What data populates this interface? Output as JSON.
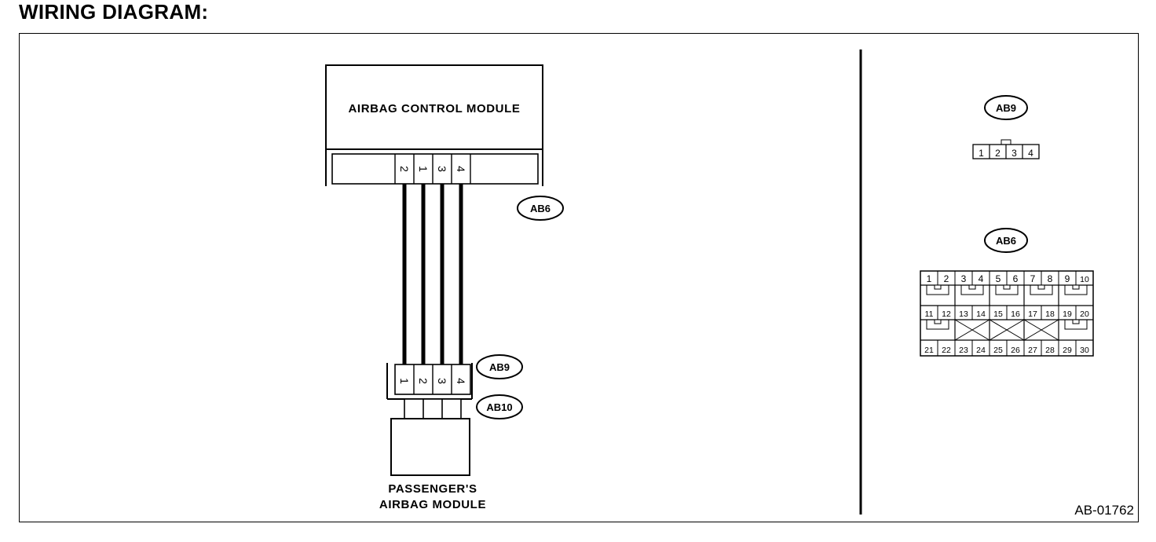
{
  "heading": "WIRING DIAGRAM:",
  "reference_code": "AB-01762",
  "modules": {
    "control": "AIRBAG CONTROL MODULE",
    "passenger_line1": "PASSENGER'S",
    "passenger_line2": "AIRBAG MODULE"
  },
  "connectors": {
    "ab6": "AB6",
    "ab9": "AB9",
    "ab10": "AB10"
  },
  "control_pins": [
    "2",
    "1",
    "3",
    "4"
  ],
  "passenger_pins": [
    "1",
    "2",
    "3",
    "4"
  ],
  "ab9_face": [
    "1",
    "2",
    "3",
    "4"
  ],
  "ab6_face": {
    "row1": [
      "1",
      "2",
      "3",
      "4",
      "5",
      "6",
      "7",
      "8",
      "9",
      "10"
    ],
    "row2": [
      "11",
      "12",
      "13",
      "14",
      "15",
      "16",
      "17",
      "18",
      "19",
      "20"
    ],
    "row3": [
      "21",
      "22",
      "23",
      "24",
      "25",
      "26",
      "27",
      "28",
      "29",
      "30"
    ]
  }
}
